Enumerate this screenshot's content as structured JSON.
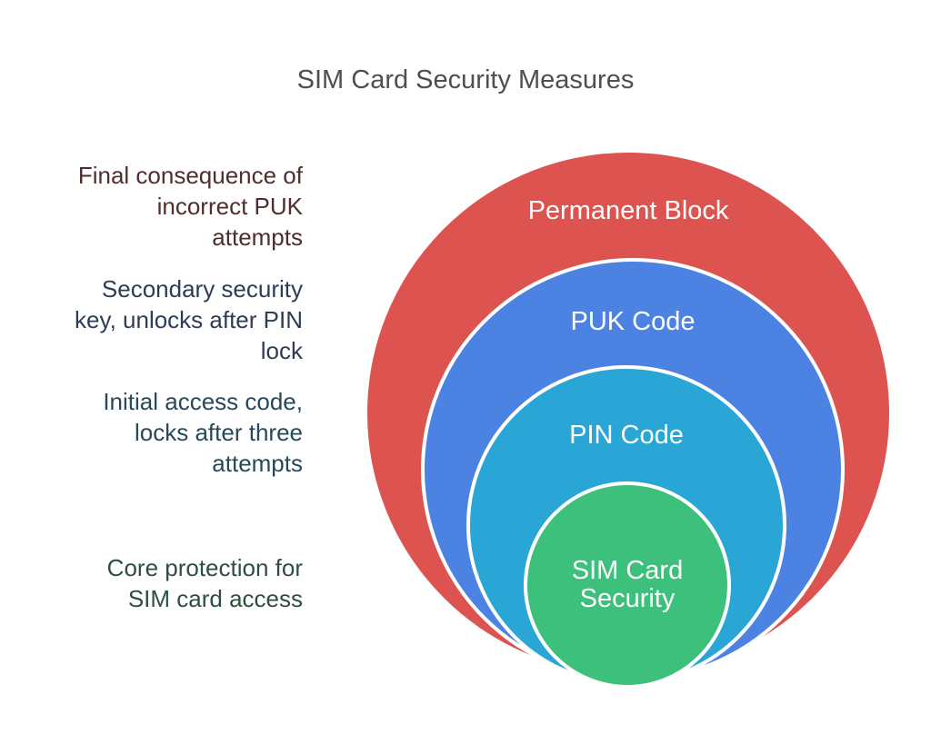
{
  "title": "SIM Card Security Measures",
  "title_color": "#4F4F4F",
  "background_color": "#FFFFFF",
  "ring_text_color": "#FFFFFF",
  "ring_stroke_color": "#FFFFFF",
  "rings": [
    {
      "label": "Permanent Block",
      "fill": "#DC5350",
      "annotation": {
        "text": "Final consequence of incorrect PUK attempts",
        "lines": [
          "Final consequence of",
          "incorrect PUK",
          "attempts"
        ],
        "color": "#512E2C"
      }
    },
    {
      "label": "PUK Code",
      "fill": "#4C82E2",
      "annotation": {
        "text": "Secondary security key, unlocks after PIN lock",
        "lines": [
          "Secondary security",
          "key, unlocks after PIN",
          "lock"
        ],
        "color": "#2E3C55"
      }
    },
    {
      "label": "PIN Code",
      "fill": "#2AA6D6",
      "annotation": {
        "text": "Initial access code, locks after three attempts",
        "lines": [
          "Initial access code,",
          "locks after three",
          "attempts"
        ],
        "color": "#27495A"
      }
    },
    {
      "label": "SIM Card Security",
      "label_lines": [
        "SIM Card",
        "Security"
      ],
      "fill": "#3EC07D",
      "annotation": {
        "text": "Core protection for SIM card access",
        "lines": [
          "Core protection for",
          "SIM card access"
        ],
        "color": "#2E4F3E"
      }
    }
  ]
}
